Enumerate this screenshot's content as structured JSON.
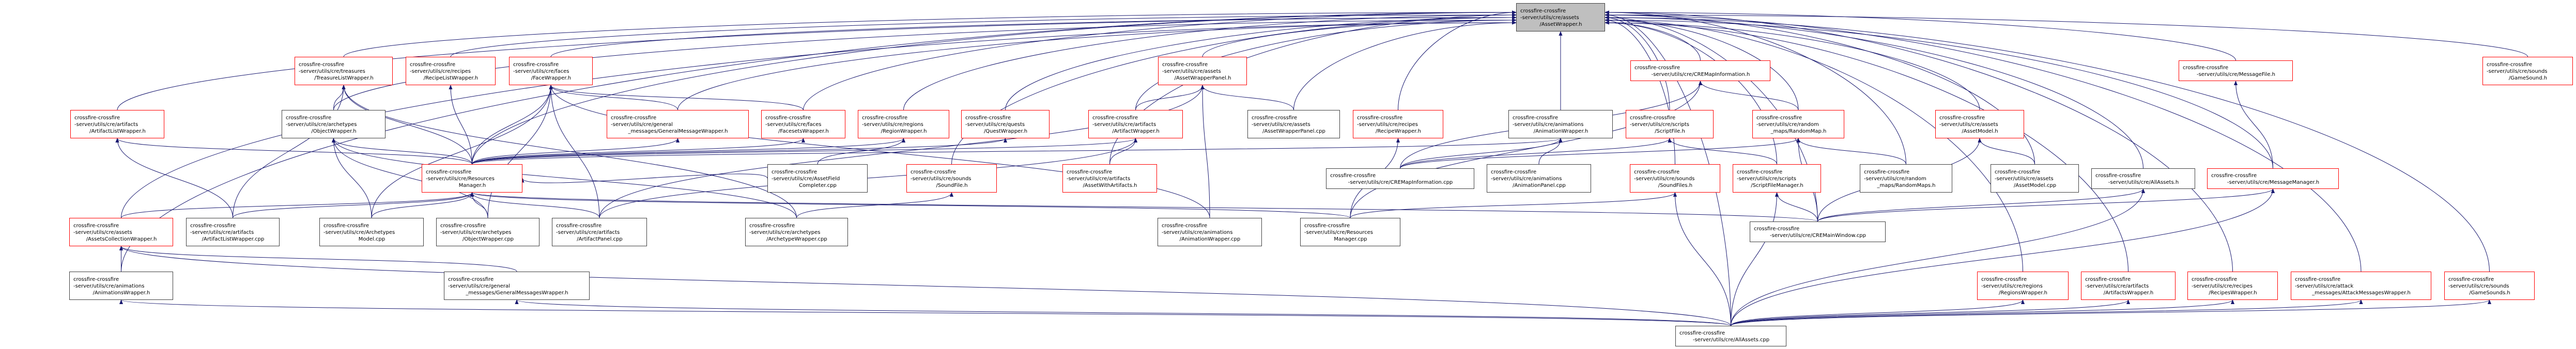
{
  "title": "Include dependency graph for crossfire-crossfire-server/utils/cre/assets/AssetWrapper.h",
  "legend": {
    "root_fill": "#bfbfbf",
    "truncated_border": "#ff0000",
    "normal_border": "#404040",
    "edge_color": "#191970"
  },
  "nodes": [
    {
      "id": "root",
      "lines": [
        "crossfire-crossfire",
        "-server/utils/cre/assets",
        "/AssetWrapper.h"
      ],
      "kind": "root"
    },
    {
      "id": "treasurelistwrapper_h",
      "lines": [
        "crossfire-crossfire",
        "-server/utils/cre/treasures",
        "/TreasureListWrapper.h"
      ],
      "kind": "red"
    },
    {
      "id": "recipelistwrapper_h",
      "lines": [
        "crossfire-crossfire",
        "-server/utils/cre/recipes",
        "/RecipeListWrapper.h"
      ],
      "kind": "red"
    },
    {
      "id": "facewrapper_h",
      "lines": [
        "crossfire-crossfire",
        "-server/utils/cre/faces",
        "/FaceWrapper.h"
      ],
      "kind": "red"
    },
    {
      "id": "assetwrapperpanel_h",
      "lines": [
        "crossfire-crossfire",
        "-server/utils/cre/assets",
        "/AssetWrapperPanel.h"
      ],
      "kind": "red"
    },
    {
      "id": "cremapinformation_h",
      "lines": [
        "crossfire-crossfire",
        "-server/utils/cre/CREMapInformation.h"
      ],
      "kind": "red"
    },
    {
      "id": "messagefile_h",
      "lines": [
        "crossfire-crossfire",
        "-server/utils/cre/MessageFile.h"
      ],
      "kind": "red"
    },
    {
      "id": "gamesound_h",
      "lines": [
        "crossfire-crossfire",
        "-server/utils/cre/sounds",
        "/GameSound.h"
      ],
      "kind": "red"
    },
    {
      "id": "artifactlistwrapper_h",
      "lines": [
        "crossfire-crossfire",
        "-server/utils/cre/artifacts",
        "/ArtifactListWrapper.h"
      ],
      "kind": "red"
    },
    {
      "id": "objectwrapper_h",
      "lines": [
        "crossfire-crossfire",
        "-server/utils/cre/archetypes",
        "/ObjectWrapper.h"
      ],
      "kind": "normal"
    },
    {
      "id": "generalmessagewrapper_h",
      "lines": [
        "crossfire-crossfire",
        "-server/utils/cre/general",
        "_messages/GeneralMessageWrapper.h"
      ],
      "kind": "red"
    },
    {
      "id": "facesetswrapper_h",
      "lines": [
        "crossfire-crossfire",
        "-server/utils/cre/faces",
        "/FacesetsWrapper.h"
      ],
      "kind": "red"
    },
    {
      "id": "regionwrapper_h",
      "lines": [
        "crossfire-crossfire",
        "-server/utils/cre/regions",
        "/RegionWrapper.h"
      ],
      "kind": "red"
    },
    {
      "id": "questwrapper_h",
      "lines": [
        "crossfire-crossfire",
        "-server/utils/cre/quests",
        "/QuestWrapper.h"
      ],
      "kind": "red"
    },
    {
      "id": "artifactwrapper_h",
      "lines": [
        "crossfire-crossfire",
        "-server/utils/cre/artifacts",
        "/ArtifactWrapper.h"
      ],
      "kind": "red"
    },
    {
      "id": "assetwrapperpanel_cpp",
      "lines": [
        "crossfire-crossfire",
        "-server/utils/cre/assets",
        "/AssetWrapperPanel.cpp"
      ],
      "kind": "normal"
    },
    {
      "id": "recipewrapper_h",
      "lines": [
        "crossfire-crossfire",
        "-server/utils/cre/recipes",
        "/RecipeWrapper.h"
      ],
      "kind": "red"
    },
    {
      "id": "animationwrapper_h",
      "lines": [
        "crossfire-crossfire",
        "-server/utils/cre/animations",
        "/AnimationWrapper.h"
      ],
      "kind": "normal"
    },
    {
      "id": "scriptfile_h",
      "lines": [
        "crossfire-crossfire",
        "-server/utils/cre/scripts",
        "/ScriptFile.h"
      ],
      "kind": "red"
    },
    {
      "id": "randommap_h",
      "lines": [
        "crossfire-crossfire",
        "-server/utils/cre/random",
        "_maps/RandomMap.h"
      ],
      "kind": "red"
    },
    {
      "id": "assetmodel_h",
      "lines": [
        "crossfire-crossfire",
        "-server/utils/cre/assets",
        "/AssetModel.h"
      ],
      "kind": "red"
    },
    {
      "id": "resourcesmanager_h",
      "lines": [
        "crossfire-crossfire",
        "-server/utils/cre/Resources",
        "Manager.h"
      ],
      "kind": "red"
    },
    {
      "id": "assetfieldcompleter_cpp",
      "lines": [
        "crossfire-crossfire",
        "-server/utils/cre/AssetField",
        "Completer.cpp"
      ],
      "kind": "normal"
    },
    {
      "id": "soundfile_h",
      "lines": [
        "crossfire-crossfire",
        "-server/utils/cre/sounds",
        "/SoundFile.h"
      ],
      "kind": "red"
    },
    {
      "id": "assetwithartifacts_h",
      "lines": [
        "crossfire-crossfire",
        "-server/utils/cre/artifacts",
        "/AssetWithArtifacts.h"
      ],
      "kind": "red"
    },
    {
      "id": "cremapinformation_cpp",
      "lines": [
        "crossfire-crossfire",
        "-server/utils/cre/CREMapInformation.cpp"
      ],
      "kind": "normal"
    },
    {
      "id": "animationpanel_cpp",
      "lines": [
        "crossfire-crossfire",
        "-server/utils/cre/animations",
        "/AnimationPanel.cpp"
      ],
      "kind": "normal"
    },
    {
      "id": "soundfiles_h",
      "lines": [
        "crossfire-crossfire",
        "-server/utils/cre/sounds",
        "/SoundFiles.h"
      ],
      "kind": "red"
    },
    {
      "id": "scriptfilemanager_h",
      "lines": [
        "crossfire-crossfire",
        "-server/utils/cre/scripts",
        "/ScriptFileManager.h"
      ],
      "kind": "red"
    },
    {
      "id": "randommaps_h",
      "lines": [
        "crossfire-crossfire",
        "-server/utils/cre/random",
        "_maps/RandomMaps.h"
      ],
      "kind": "normal"
    },
    {
      "id": "assetmodel_cpp",
      "lines": [
        "crossfire-crossfire",
        "-server/utils/cre/assets",
        "/AssetModel.cpp"
      ],
      "kind": "normal"
    },
    {
      "id": "allassets_h",
      "lines": [
        "crossfire-crossfire",
        "-server/utils/cre/AllAssets.h"
      ],
      "kind": "normal"
    },
    {
      "id": "messagemanager_h",
      "lines": [
        "crossfire-crossfire",
        "-server/utils/cre/MessageManager.h"
      ],
      "kind": "red"
    },
    {
      "id": "assetscollectionwrapper_h",
      "lines": [
        "crossfire-crossfire",
        "-server/utils/cre/assets",
        "/AssetsCollectionWrapper.h"
      ],
      "kind": "red"
    },
    {
      "id": "artifactlistwrapper_cpp",
      "lines": [
        "crossfire-crossfire",
        "-server/utils/cre/artifacts",
        "/ArtifactListWrapper.cpp"
      ],
      "kind": "normal"
    },
    {
      "id": "archetypesmodel_cpp",
      "lines": [
        "crossfire-crossfire",
        "-server/utils/cre/Archetypes",
        "Model.cpp"
      ],
      "kind": "normal"
    },
    {
      "id": "objectwrapper_cpp",
      "lines": [
        "crossfire-crossfire",
        "-server/utils/cre/archetypes",
        "/ObjectWrapper.cpp"
      ],
      "kind": "normal"
    },
    {
      "id": "artifactpanel_cpp",
      "lines": [
        "crossfire-crossfire",
        "-server/utils/cre/artifacts",
        "/ArtifactPanel.cpp"
      ],
      "kind": "normal"
    },
    {
      "id": "archetypewrapper_cpp",
      "lines": [
        "crossfire-crossfire",
        "-server/utils/cre/archetypes",
        "/ArchetypeWrapper.cpp"
      ],
      "kind": "normal"
    },
    {
      "id": "animationwrapper_cpp",
      "lines": [
        "crossfire-crossfire",
        "-server/utils/cre/animations",
        "/AnimationWrapper.cpp"
      ],
      "kind": "normal"
    },
    {
      "id": "resourcesmanager_cpp",
      "lines": [
        "crossfire-crossfire",
        "-server/utils/cre/Resources",
        "Manager.cpp"
      ],
      "kind": "normal"
    },
    {
      "id": "cremainwindow_cpp",
      "lines": [
        "crossfire-crossfire",
        "-server/utils/cre/CREMainWindow.cpp"
      ],
      "kind": "normal"
    },
    {
      "id": "animationswrapper_h",
      "lines": [
        "crossfire-crossfire",
        "-server/utils/cre/animations",
        "/AnimationsWrapper.h"
      ],
      "kind": "normal"
    },
    {
      "id": "generalmessageswrapper_h",
      "lines": [
        "crossfire-crossfire",
        "-server/utils/cre/general",
        "_messages/GeneralMessagesWrapper.h"
      ],
      "kind": "normal"
    },
    {
      "id": "regionswrapper_h",
      "lines": [
        "crossfire-crossfire",
        "-server/utils/cre/regions",
        "/RegionsWrapper.h"
      ],
      "kind": "red"
    },
    {
      "id": "artifactswrapper_h",
      "lines": [
        "crossfire-crossfire",
        "-server/utils/cre/artifacts",
        "/ArtifactsWrapper.h"
      ],
      "kind": "red"
    },
    {
      "id": "recipeswrapper_h",
      "lines": [
        "crossfire-crossfire",
        "-server/utils/cre/recipes",
        "/RecipesWrapper.h"
      ],
      "kind": "red"
    },
    {
      "id": "attackmessageswrapper_h",
      "lines": [
        "crossfire-crossfire",
        "-server/utils/cre/attack",
        "_messages/AttackMessagesWrapper.h"
      ],
      "kind": "red"
    },
    {
      "id": "gamesounds_h",
      "lines": [
        "crossfire-crossfire",
        "-server/utils/cre/sounds",
        "/GameSounds.h"
      ],
      "kind": "red"
    },
    {
      "id": "allassets_cpp",
      "lines": [
        "crossfire-crossfire",
        "-server/utils/cre/AllAssets.cpp"
      ],
      "kind": "normal"
    }
  ],
  "edges": [
    [
      "treasurelistwrapper_h",
      "root"
    ],
    [
      "recipelistwrapper_h",
      "root"
    ],
    [
      "facewrapper_h",
      "root"
    ],
    [
      "assetwrapperpanel_h",
      "root"
    ],
    [
      "cremapinformation_h",
      "root"
    ],
    [
      "messagefile_h",
      "root"
    ],
    [
      "gamesound_h",
      "root"
    ],
    [
      "artifactlistwrapper_h",
      "root"
    ],
    [
      "objectwrapper_h",
      "root"
    ],
    [
      "generalmessagewrapper_h",
      "root"
    ],
    [
      "facesetswrapper_h",
      "root"
    ],
    [
      "regionwrapper_h",
      "root"
    ],
    [
      "questwrapper_h",
      "root"
    ],
    [
      "artifactwrapper_h",
      "root"
    ],
    [
      "assetwrapperpanel_cpp",
      "root"
    ],
    [
      "recipewrapper_h",
      "root"
    ],
    [
      "animationwrapper_h",
      "root"
    ],
    [
      "scriptfile_h",
      "root"
    ],
    [
      "randommap_h",
      "root"
    ],
    [
      "assetmodel_h",
      "root"
    ],
    [
      "resourcesmanager_h",
      "root"
    ],
    [
      "assetwithartifacts_h",
      "root"
    ],
    [
      "soundfile_h",
      "root"
    ],
    [
      "soundfiles_h",
      "root"
    ],
    [
      "scriptfilemanager_h",
      "root"
    ],
    [
      "randommaps_h",
      "root"
    ],
    [
      "assetmodel_cpp",
      "root"
    ],
    [
      "allassets_h",
      "root"
    ],
    [
      "messagemanager_h",
      "root"
    ],
    [
      "assetscollectionwrapper_h",
      "root"
    ],
    [
      "animationswrapper_h",
      "root"
    ],
    [
      "allassets_cpp",
      "root"
    ],
    [
      "cremainwindow_cpp",
      "root"
    ],
    [
      "regionswrapper_h",
      "root"
    ],
    [
      "artifactswrapper_h",
      "root"
    ],
    [
      "recipeswrapper_h",
      "root"
    ],
    [
      "attackmessageswrapper_h",
      "root"
    ],
    [
      "gamesounds_h",
      "root"
    ],
    [
      "objectwrapper_h",
      "treasurelistwrapper_h"
    ],
    [
      "resourcesmanager_h",
      "treasurelistwrapper_h"
    ],
    [
      "artifactlistwrapper_cpp",
      "treasurelistwrapper_h"
    ],
    [
      "archetypewrapper_cpp",
      "treasurelistwrapper_h"
    ],
    [
      "resourcesmanager_h",
      "recipelistwrapper_h"
    ],
    [
      "resourcesmanager_h",
      "facewrapper_h"
    ],
    [
      "facesetswrapper_h",
      "facewrapper_h"
    ],
    [
      "archetypesmodel_cpp",
      "facewrapper_h"
    ],
    [
      "objectwrapper_cpp",
      "facewrapper_h"
    ],
    [
      "artifactpanel_cpp",
      "facewrapper_h"
    ],
    [
      "animationwrapper_cpp",
      "facewrapper_h"
    ],
    [
      "generalmessagewrapper_h",
      "facewrapper_h"
    ],
    [
      "artifactwrapper_h",
      "assetwrapperpanel_h"
    ],
    [
      "assetwrapperpanel_cpp",
      "assetwrapperpanel_h"
    ],
    [
      "animationwrapper_cpp",
      "assetwrapperpanel_h"
    ],
    [
      "artifactpanel_cpp",
      "assetwrapperpanel_h"
    ],
    [
      "resourcesmanager_h",
      "artifactlistwrapper_h"
    ],
    [
      "artifactlistwrapper_cpp",
      "artifactlistwrapper_h"
    ],
    [
      "resourcesmanager_h",
      "objectwrapper_h"
    ],
    [
      "archetypesmodel_cpp",
      "objectwrapper_h"
    ],
    [
      "objectwrapper_cpp",
      "objectwrapper_h"
    ],
    [
      "archetypewrapper_cpp",
      "objectwrapper_h"
    ],
    [
      "resourcesmanager_h",
      "generalmessagewrapper_h"
    ],
    [
      "resourcesmanager_h",
      "facesetswrapper_h"
    ],
    [
      "resourcesmanager_h",
      "regionwrapper_h"
    ],
    [
      "assetfieldcompleter_cpp",
      "regionwrapper_h"
    ],
    [
      "resourcesmanager_h",
      "questwrapper_h"
    ],
    [
      "assetwithartifacts_h",
      "artifactwrapper_h"
    ],
    [
      "artifactpanel_cpp",
      "artifactwrapper_h"
    ],
    [
      "resourcesmanager_h",
      "artifactwrapper_h"
    ],
    [
      "resourcesmanager_cpp",
      "recipewrapper_h"
    ],
    [
      "animationpanel_cpp",
      "animationwrapper_h"
    ],
    [
      "cremapinformation_cpp",
      "animationwrapper_h"
    ],
    [
      "resourcesmanager_h",
      "animationwrapper_h"
    ],
    [
      "scriptfilemanager_h",
      "scriptfile_h"
    ],
    [
      "cremapinformation_cpp",
      "scriptfile_h"
    ],
    [
      "randommaps_h",
      "randommap_h"
    ],
    [
      "cremainwindow_cpp",
      "randommap_h"
    ],
    [
      "cremapinformation_cpp",
      "randommap_h"
    ],
    [
      "randommap_h",
      "cremapinformation_h"
    ],
    [
      "cremapinformation_cpp",
      "cremapinformation_h"
    ],
    [
      "resourcesmanager_cpp",
      "cremapinformation_h"
    ],
    [
      "assetmodel_cpp",
      "assetmodel_h"
    ],
    [
      "cremainwindow_cpp",
      "assetmodel_h"
    ],
    [
      "archetypewrapper_cpp",
      "soundfile_h"
    ],
    [
      "resourcesmanager_cpp",
      "soundfiles_h"
    ],
    [
      "allassets_cpp",
      "soundfiles_h"
    ],
    [
      "cremainwindow_cpp",
      "scriptfilemanager_h"
    ],
    [
      "allassets_cpp",
      "scriptfilemanager_h"
    ],
    [
      "cremainwindow_cpp",
      "allassets_h"
    ],
    [
      "allassets_cpp",
      "allassets_h"
    ],
    [
      "cremainwindow_cpp",
      "messagemanager_h"
    ],
    [
      "allassets_cpp",
      "messagemanager_h"
    ],
    [
      "messagemanager_h",
      "messagefile_h"
    ],
    [
      "assetscollectionwrapper_h",
      "resourcesmanager_h"
    ],
    [
      "artifactlistwrapper_cpp",
      "resourcesmanager_h"
    ],
    [
      "archetypesmodel_cpp",
      "resourcesmanager_h"
    ],
    [
      "objectwrapper_cpp",
      "resourcesmanager_h"
    ],
    [
      "artifactpanel_cpp",
      "resourcesmanager_h"
    ],
    [
      "resourcesmanager_cpp",
      "resourcesmanager_h"
    ],
    [
      "cremainwindow_cpp",
      "resourcesmanager_h"
    ],
    [
      "assetfieldcompleter_cpp",
      "resourcesmanager_h"
    ],
    [
      "animationswrapper_h",
      "assetscollectionwrapper_h"
    ],
    [
      "generalmessageswrapper_h",
      "assetscollectionwrapper_h"
    ],
    [
      "allassets_cpp",
      "assetscollectionwrapper_h"
    ],
    [
      "allassets_cpp",
      "animationswrapper_h"
    ],
    [
      "allassets_cpp",
      "generalmessageswrapper_h"
    ],
    [
      "allassets_cpp",
      "regionswrapper_h"
    ],
    [
      "allassets_cpp",
      "artifactswrapper_h"
    ],
    [
      "allassets_cpp",
      "recipeswrapper_h"
    ],
    [
      "allassets_cpp",
      "attackmessageswrapper_h"
    ],
    [
      "allassets_cpp",
      "gamesounds_h"
    ]
  ]
}
